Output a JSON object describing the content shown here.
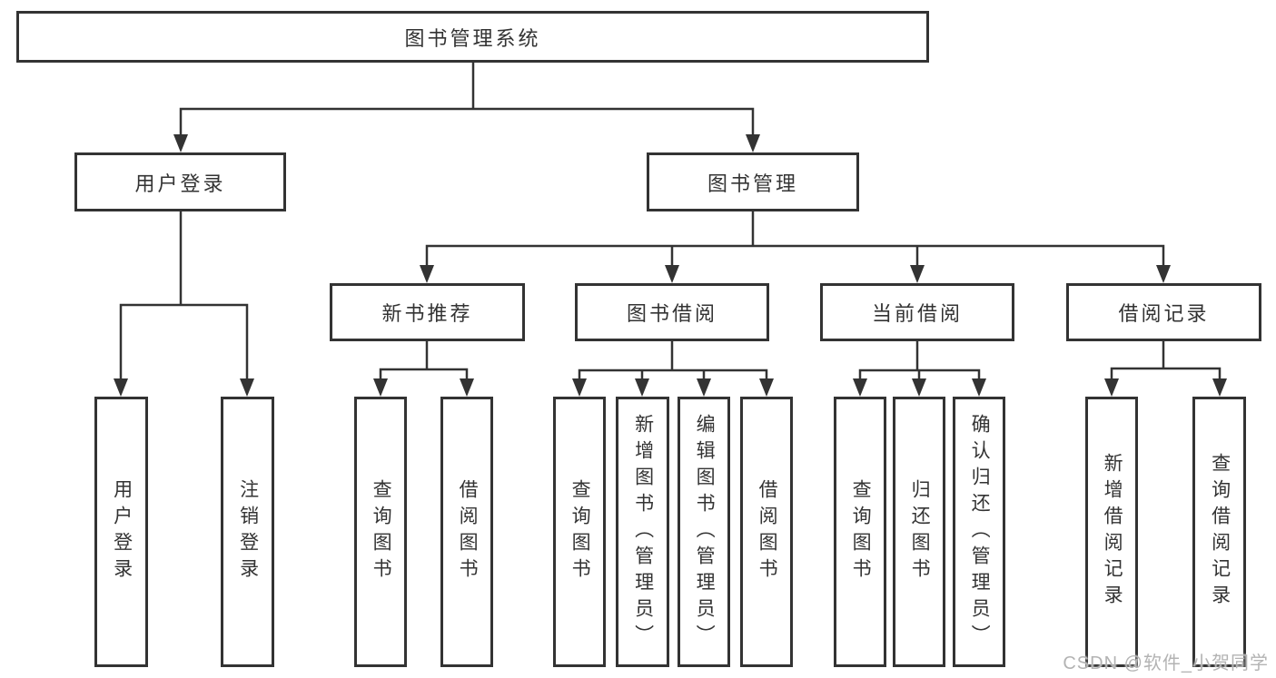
{
  "tree": {
    "root": "图书管理系统",
    "branches": [
      {
        "label": "用户登录",
        "children": [
          "用户登录",
          "注销登录"
        ]
      },
      {
        "label": "图书管理",
        "children": [
          {
            "label": "新书推荐",
            "children": [
              "查询图书",
              "借阅图书"
            ]
          },
          {
            "label": "图书借阅",
            "children": [
              "查询图书",
              "新增图书（管理员）",
              "编辑图书（管理员）",
              "借阅图书"
            ]
          },
          {
            "label": "当前借阅",
            "children": [
              "查询图书",
              "归还图书",
              "确认归还（管理员）"
            ]
          },
          {
            "label": "借阅记录",
            "children": [
              "新增借阅记录",
              "查询借阅记录"
            ]
          }
        ]
      }
    ]
  },
  "watermark": "CSDN @软件_小贺同学",
  "colors": {
    "line": "#333333",
    "box_border": "#333333",
    "text": "#333333",
    "watermark": "#b3b3b3",
    "background": "#ffffff"
  }
}
